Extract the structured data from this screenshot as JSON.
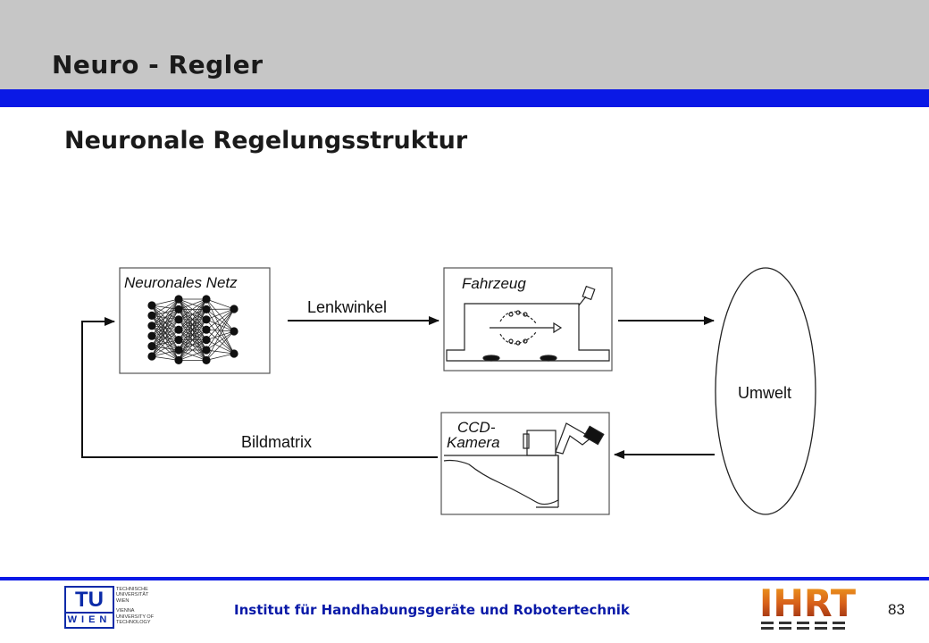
{
  "slide": {
    "title": "Neuro - Regler",
    "subtitle": "Neuronale Regelungsstruktur",
    "page_number": "83"
  },
  "diagram": {
    "nodes": {
      "neural_net": "Neuronales Netz",
      "vehicle": "Fahrzeug",
      "camera_line1": "CCD-",
      "camera_line2": "Kamera",
      "environment": "Umwelt"
    },
    "edges": {
      "steering": "Lenkwinkel",
      "image": "Bildmatrix"
    }
  },
  "footer": {
    "institute": "Institut für Handhabungsgeräte und Robotertechnik",
    "tu_logo": {
      "mark_top": "TU",
      "mark_bottom": "WIEN",
      "de_lines": [
        "Technische",
        "Universität",
        "Wien"
      ],
      "en_lines": [
        "Vienna",
        "University of",
        "Technology"
      ]
    },
    "ihrt_logo": "IHRT"
  },
  "colors": {
    "accent_blue": "#0a19e6",
    "header_gray": "#c6c6c6",
    "institute_blue": "#0a1aa8"
  }
}
